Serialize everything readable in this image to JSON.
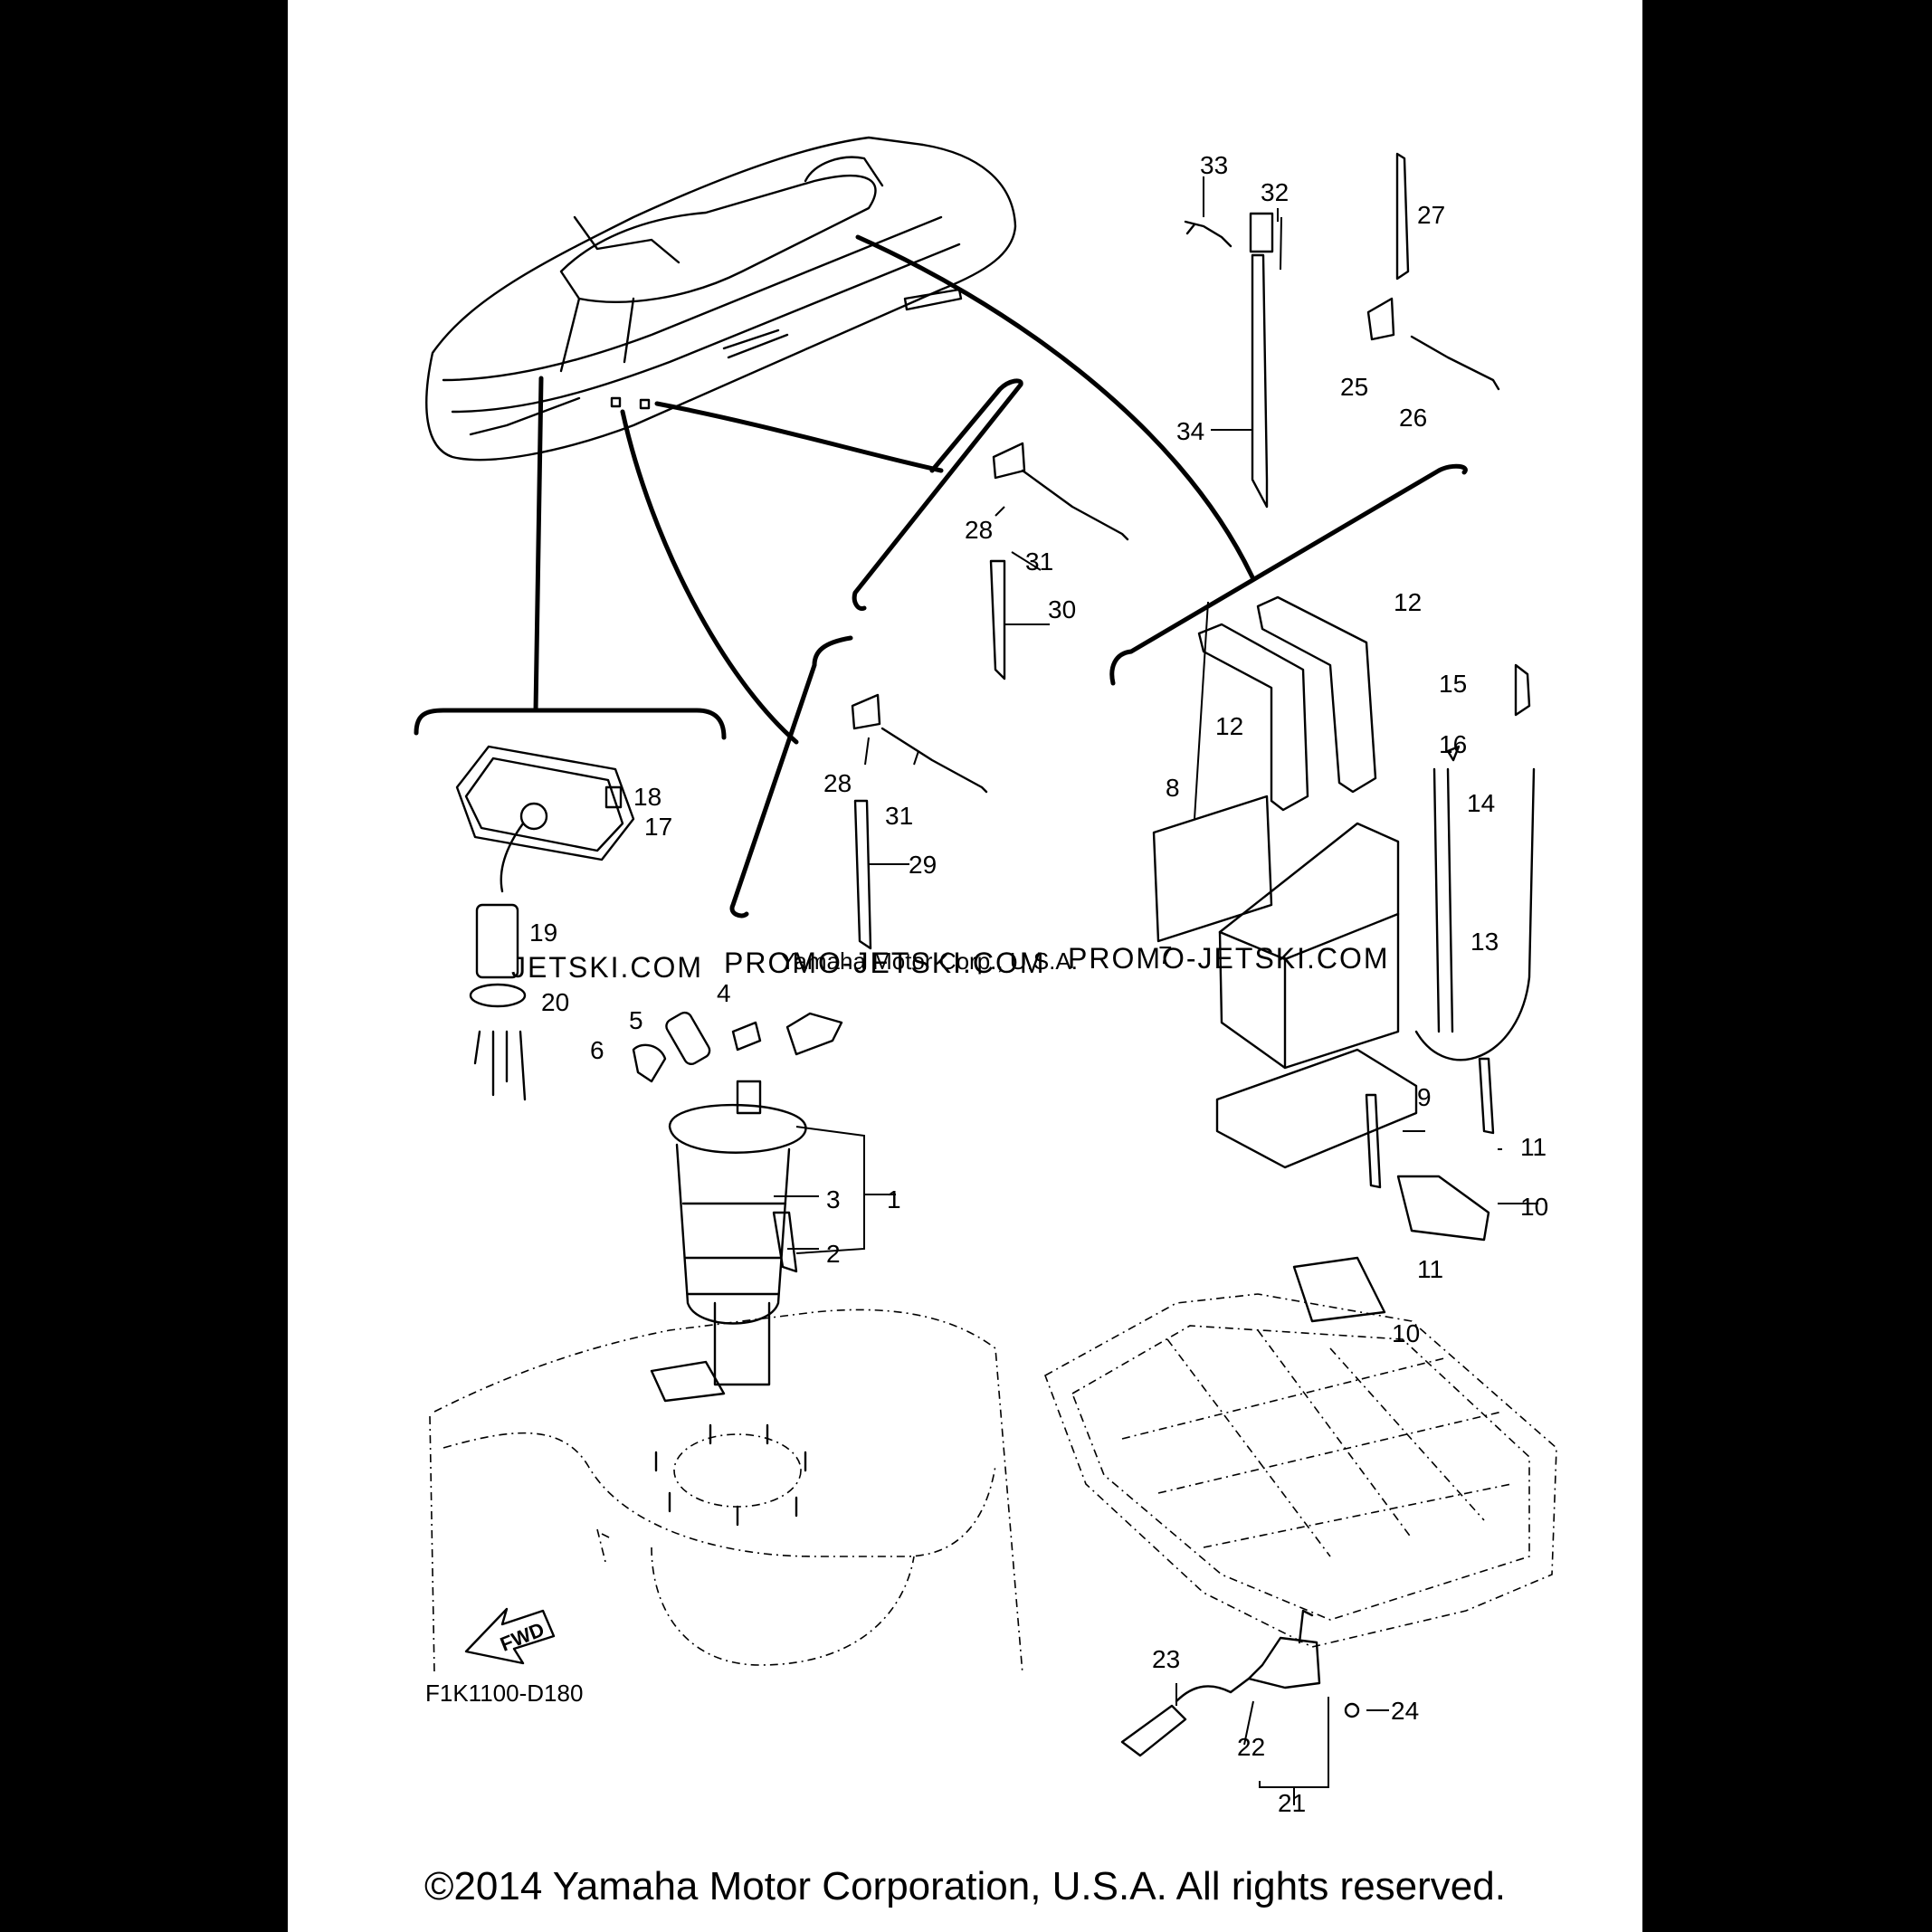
{
  "diagram_code": "F1K1100-D180",
  "fwd_label": "FWD",
  "watermarks": {
    "left": "JETSKI.COM",
    "middle": "PROMO-JETSKI.COM",
    "right": "PROMO-JETSKI.COM",
    "faint": "Yamaha Motor Corp., U.S.A."
  },
  "copyright": "©2014 Yamaha Motor Corporation, U.S.A. All rights reserved.",
  "callouts": {
    "c1": "1",
    "c2": "2",
    "c3": "3",
    "c4": "4",
    "c5": "5",
    "c6": "6",
    "c7": "7",
    "c8": "8",
    "c9": "9",
    "c10a": "10",
    "c10b": "10",
    "c11a": "11",
    "c11b": "11",
    "c12a": "12",
    "c12b": "12",
    "c13": "13",
    "c14": "14",
    "c15": "15",
    "c16": "16",
    "c17": "17",
    "c18": "18",
    "c19": "19",
    "c20": "20",
    "c21": "21",
    "c22": "22",
    "c23": "23",
    "c24": "24",
    "c25": "25",
    "c26": "26",
    "c27": "27",
    "c28a": "28",
    "c28b": "28",
    "c29": "29",
    "c30": "30",
    "c31a": "31",
    "c31b": "31",
    "c32": "32",
    "c33": "33",
    "c34": "34"
  }
}
